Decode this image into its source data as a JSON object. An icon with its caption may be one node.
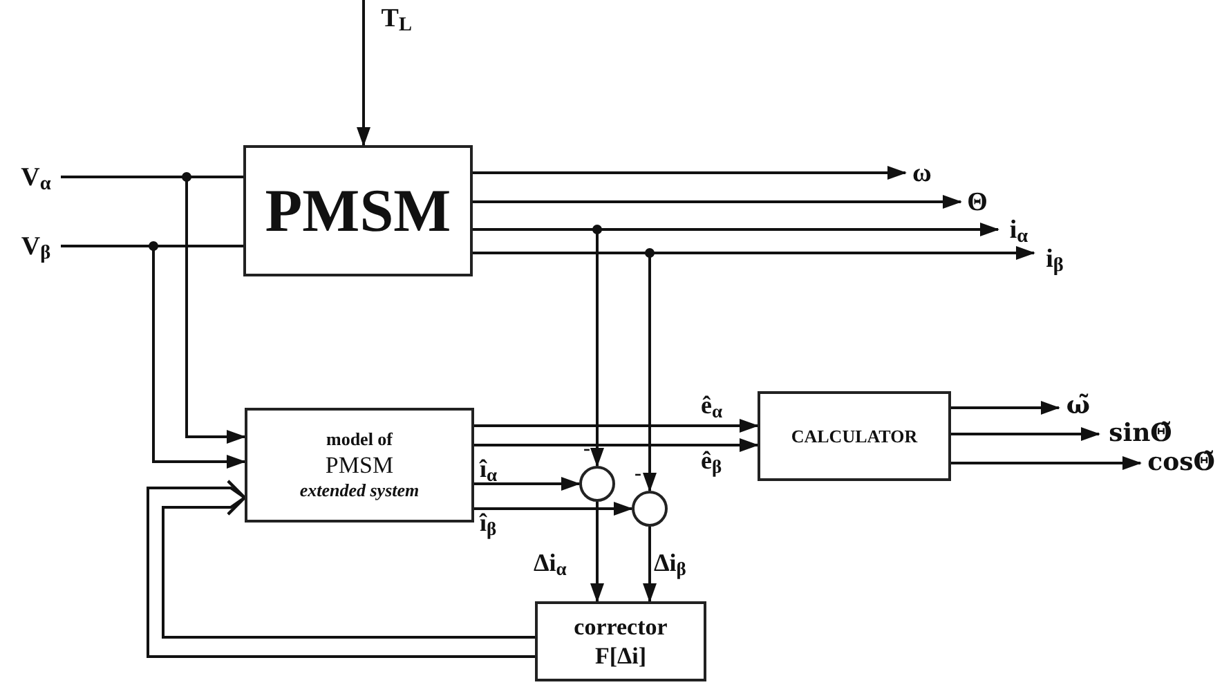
{
  "diagram": {
    "nodes": [
      {
        "text": [
          "T$_{L}$"
        ]
      },
      {
        "text": [
          "V$_{α}$"
        ]
      },
      {
        "text": [
          "V$_{β}$"
        ]
      },
      {
        "text": [
          "PMSM"
        ]
      },
      {
        "text": [
          "ω"
        ]
      },
      {
        "text": [
          "Θ"
        ]
      },
      {
        "text": [
          "i$_{α}$"
        ]
      },
      {
        "text": [
          "i$_{β}$"
        ]
      },
      {
        "text": [
          "model of",
          "PMSM",
          "extended system"
        ]
      },
      {
        "text": [],
        "shape": "circle"
      },
      {
        "text": [],
        "shape": "circle"
      },
      {
        "text": [
          "CALCULATOR"
        ]
      },
      {
        "text": [
          "ω̃"
        ]
      },
      {
        "text": [
          "sinΘ̃"
        ]
      },
      {
        "text": [
          "cosΘ̃"
        ]
      },
      {
        "text": [
          "corrector",
          "F[Δi]"
        ]
      }
    ],
    "edges": [
      {
        "from": 0,
        "to": 3,
        "arrow": "to"
      },
      {
        "from": 1,
        "to": 3,
        "arrow": "none"
      },
      {
        "from": 1,
        "to": 8,
        "arrow": "to"
      },
      {
        "from": 2,
        "to": 3,
        "arrow": "none"
      },
      {
        "from": 2,
        "to": 8,
        "arrow": "to"
      },
      {
        "from": 3,
        "to": 4,
        "arrow": "to"
      },
      {
        "from": 3,
        "to": 5,
        "arrow": "to"
      },
      {
        "from": 3,
        "to": 6,
        "arrow": "to"
      },
      {
        "from": 3,
        "to": 7,
        "arrow": "to"
      },
      {
        "from": 3,
        "to": 9,
        "arrow": "to"
      },
      {
        "from": 3,
        "to": 10,
        "arrow": "to"
      },
      {
        "from": 8,
        "to": 11,
        "arrow": "to",
        "label": "ê$_{α}$"
      },
      {
        "from": 8,
        "to": 11,
        "arrow": "to",
        "label": "ê$_{β}$"
      },
      {
        "from": 8,
        "to": 9,
        "arrow": "to",
        "label": "î$_{α}$"
      },
      {
        "from": 8,
        "to": 10,
        "arrow": "to",
        "label": "î$_{β}$"
      },
      {
        "from": 9,
        "to": 15,
        "arrow": "to",
        "label": "Δi$_{α}$"
      },
      {
        "from": 10,
        "to": 15,
        "arrow": "to",
        "label": "Δi$_{β}$"
      },
      {
        "from": 11,
        "to": 12,
        "arrow": "to"
      },
      {
        "from": 11,
        "to": 13,
        "arrow": "to"
      },
      {
        "from": 11,
        "to": 14,
        "arrow": "to"
      },
      {
        "from": 15,
        "to": 8,
        "arrow": "to"
      },
      {
        "from": 15,
        "to": 8,
        "arrow": "to"
      }
    ],
    "labels": [
      "-",
      "-"
    ]
  }
}
